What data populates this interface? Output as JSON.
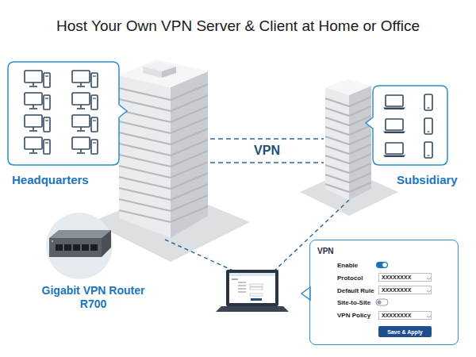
{
  "diagram": {
    "title": "Host Your Own VPN Server & Client at Home or Office",
    "nodes": [
      {
        "text": [
          "Headquarters"
        ]
      },
      {
        "text": [
          "Subsidiary"
        ]
      },
      {
        "text": [
          "VPN",
          "Enable",
          "Protocol",
          "Default Rule",
          "Site-to-Site",
          "VPN Policy"
        ]
      },
      {
        "text": [
          "XXXXXXXX"
        ],
        "in": 2
      },
      {
        "text": [
          "XXXXXXXX"
        ],
        "in": 2
      },
      {
        "text": [
          "XXXXXXXX"
        ],
        "in": 2
      },
      {
        "text": [
          "Save & Apply"
        ],
        "in": 2
      }
    ],
    "edges": [
      {
        "from": 0,
        "to": 1,
        "label": "VPN",
        "arrow": "none"
      }
    ],
    "labels": [
      "Gigabit VPN Router R700"
    ]
  }
}
